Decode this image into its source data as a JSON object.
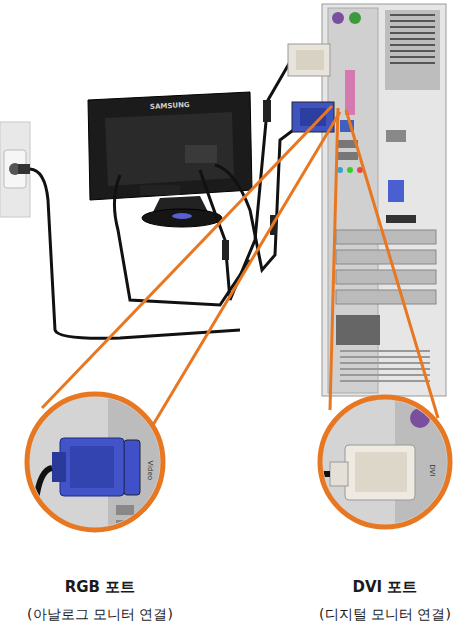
{
  "diagram": {
    "labels": [
      "SAMSUNG",
      "Video",
      "DVI",
      "RGB 포트",
      "(아날로그 모니터 연결)",
      "DVI 포트",
      "(디지털 모니터 연결)"
    ]
  }
}
